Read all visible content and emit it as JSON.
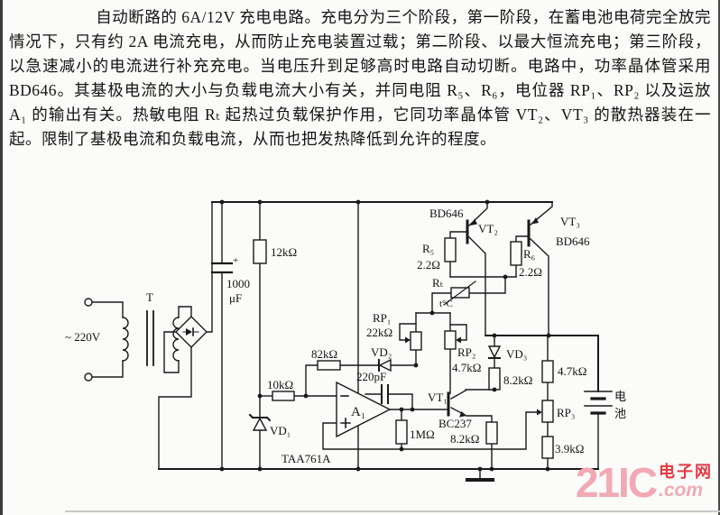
{
  "paragraph": {
    "text": "自动断路的 6A/12V 充电电路。充电分为三个阶段，第一阶段，在蓄电池电荷完全放完情况下，只有约 2A 电流充电，从而防止充电装置过载；第二阶段、以最大恒流充电；第三阶段，以急速减小的电流进行补充充电。当电压升到足够高时电路自动切断。电路中，功率晶体管采用 BD646。其基极电流的大小与负载电流大小有关，并同电阻 R₅、R₆，电位器 RP₁、RP₂ 以及运放 A₁ 的输出有关。热敏电阻 Rₜ 起热过负载保护作用，它同功率晶体管 VT₂、VT₃ 的散热器装在一起。限制了基极电流和负载电流，从而也把发热降低到允许的程度。"
  },
  "circuit": {
    "labels": {
      "ac_voltage": "~ 220V",
      "transformer": "T",
      "cap_plus": "+",
      "cap_value": "1000",
      "cap_unit": "μF",
      "r_top": "12kΩ",
      "r_fb": "82kΩ",
      "r_in": "10kΩ",
      "vd1": "VD₁",
      "vd2": "VD₂",
      "vd3": "VD₃",
      "c_comp": "220pF",
      "opamp": "A₁",
      "opamp_minus": "−",
      "opamp_plus": "+",
      "opamp_part": "TAA761A",
      "r_hyst": "1MΩ",
      "vt1": "VT₁",
      "vt1_part": "BC237",
      "r_emitter": "8.2kΩ",
      "r_sense": "8.2kΩ",
      "rp1": "RP₁",
      "rp1_val": "22kΩ",
      "rp2": "RP₂",
      "rp2_val": "4.7kΩ",
      "rp3": "RP₃",
      "r_div_top": "4.7kΩ",
      "r_div_bot": "3.9kΩ",
      "r5": "R₅",
      "r5_val": "2.2Ω",
      "r6": "R₆",
      "r6_val": "2.2Ω",
      "rt": "Rₜ",
      "rt_temp": "t°C",
      "vt2": "VT₂",
      "vt2_part": "BD646",
      "vt3": "VT₃",
      "vt3_part": "BD646",
      "battery_char1": "电",
      "battery_char2": "池"
    }
  },
  "watermark": {
    "brand": "21IC",
    "site_cn": "电子网",
    "site_com": ".com"
  }
}
